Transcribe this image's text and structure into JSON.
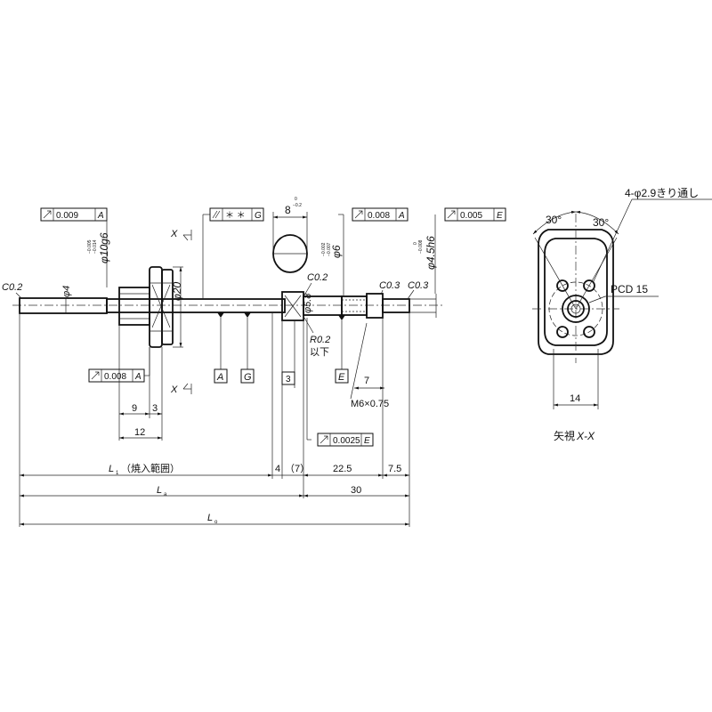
{
  "tolerance_frames": [
    {
      "id": "tf-0009-a",
      "symbol": "runout",
      "value": "0.009",
      "datum": "A"
    },
    {
      "id": "tf-stars-g",
      "symbol": "parallelism",
      "value": "＊ ＊",
      "datum": "G"
    },
    {
      "id": "tf-0008-a-top",
      "symbol": "runout",
      "value": "0.008",
      "datum": "A"
    },
    {
      "id": "tf-0005-e",
      "symbol": "runout",
      "value": "0.005",
      "datum": "E"
    },
    {
      "id": "tf-0008-a-low",
      "symbol": "runout",
      "value": "0.008",
      "datum": "A"
    },
    {
      "id": "tf-00025-e",
      "symbol": "runout",
      "value": "0.0025",
      "datum": "E"
    }
  ],
  "datums": [
    "A",
    "G",
    "E"
  ],
  "labels": {
    "c02_left": "C0.2",
    "c02_right": "C0.2",
    "c03_a": "C0.3",
    "c03_b": "C0.3",
    "phi4": "φ4",
    "phi10g6": "φ10g6",
    "phi10_tol_up": "−0.005",
    "phi10_tol_lo": "−0.014",
    "phi20": "φ20",
    "phi6": "φ6",
    "phi6_tol_up": "−0.002",
    "phi6_tol_lo": "−0.007",
    "phi45h6": "φ4.5h6",
    "phi45_tol_up": "0",
    "phi45_tol_lo": "−0.008",
    "phi5": "φ5.8",
    "dim8": "8",
    "dim8_tol_up": "0",
    "dim8_tol_lo": "−0.2",
    "r02": "R0.2",
    "r02_note": "以下",
    "m6": "M6×0.75",
    "section_mark": "X",
    "d9": "9",
    "d3a": "3",
    "d12": "12",
    "d3b": "3",
    "d7a": "7",
    "d4": "4",
    "d7b": "（7）",
    "d225": "22.5",
    "d75": "7.5",
    "d30": "30",
    "l1": "L",
    "l1_sub": "1",
    "l1_note": "（焼入範囲）",
    "la": "L",
    "la_sub": "a",
    "lo": "L",
    "lo_sub": "o"
  },
  "side_view": {
    "holes_note": "4-φ2.9きり通し",
    "angle_left": "30°",
    "angle_right": "30°",
    "pcd": "PCD 15",
    "width": "14",
    "caption_prefix": "矢視",
    "caption_view": "X-X"
  }
}
